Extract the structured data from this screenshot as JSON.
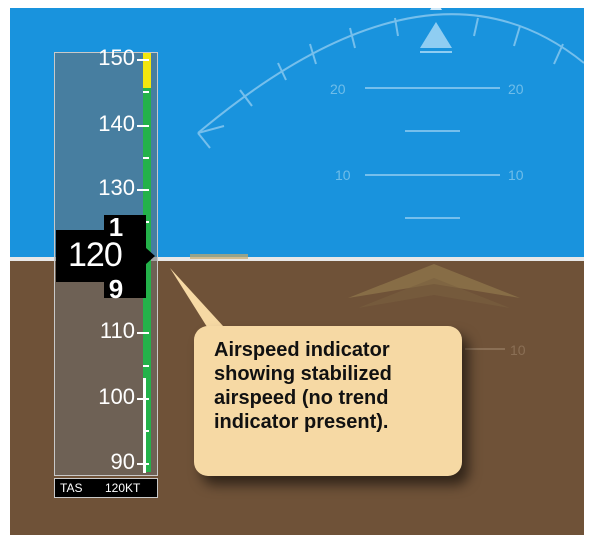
{
  "airspeed_tape": {
    "labels": [
      "150",
      "140",
      "130",
      "110",
      "100",
      "90"
    ],
    "current_airspeed_knots": 120,
    "readout": {
      "main": "120",
      "roll_digit_above": "1",
      "roll_digit_below": "9"
    },
    "true_airspeed": {
      "label": "TAS",
      "value": "120KT"
    },
    "trend_indicator_present": false
  },
  "attitude_indicator": {
    "pitch_labels": [
      "20",
      "20",
      "10",
      "10",
      "10"
    ]
  },
  "callout": {
    "text": "Airspeed indicator showing stabilized airspeed (no trend indicator present)."
  },
  "colors": {
    "sky": "#1993dd",
    "ground": "#6f5238",
    "callout_background": "#f6d9a4",
    "normal_range_band": "#24b24a",
    "caution_band": "#f3e60e",
    "flap_range_band": "#ffffff"
  }
}
